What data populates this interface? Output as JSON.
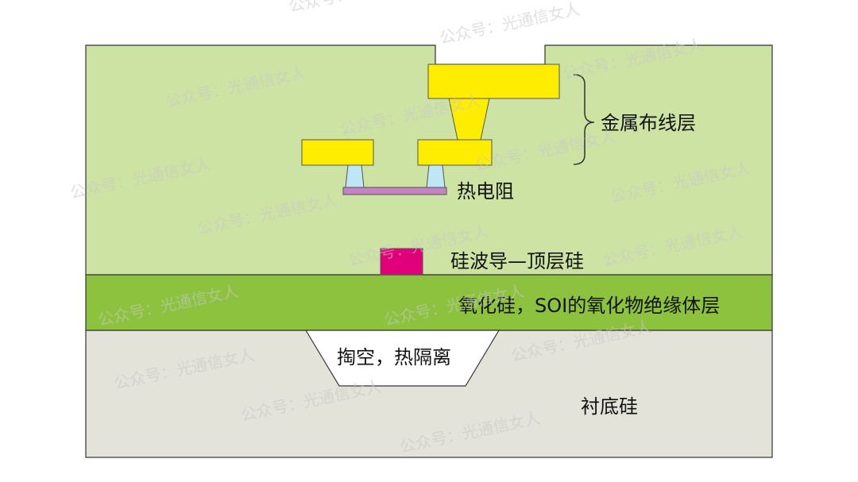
{
  "labels": {
    "metal_layer": "金属布线层",
    "heater": "热电阻",
    "waveguide": "硅波导—顶层硅",
    "oxide": "氧化硅，SOI的氧化物绝缘体层",
    "trench": "掏空，热隔离",
    "substrate": "衬底硅"
  },
  "watermark": "公众号：光通信女人",
  "colors": {
    "cladding": "#cde3a3",
    "oxide": "#8dc23f",
    "substrate": "#e3e3d9",
    "metal": "#ffed00",
    "via": "#bfe6f5",
    "heater": "#c484c4",
    "waveguide": "#e0007a",
    "outline": "#333333"
  }
}
